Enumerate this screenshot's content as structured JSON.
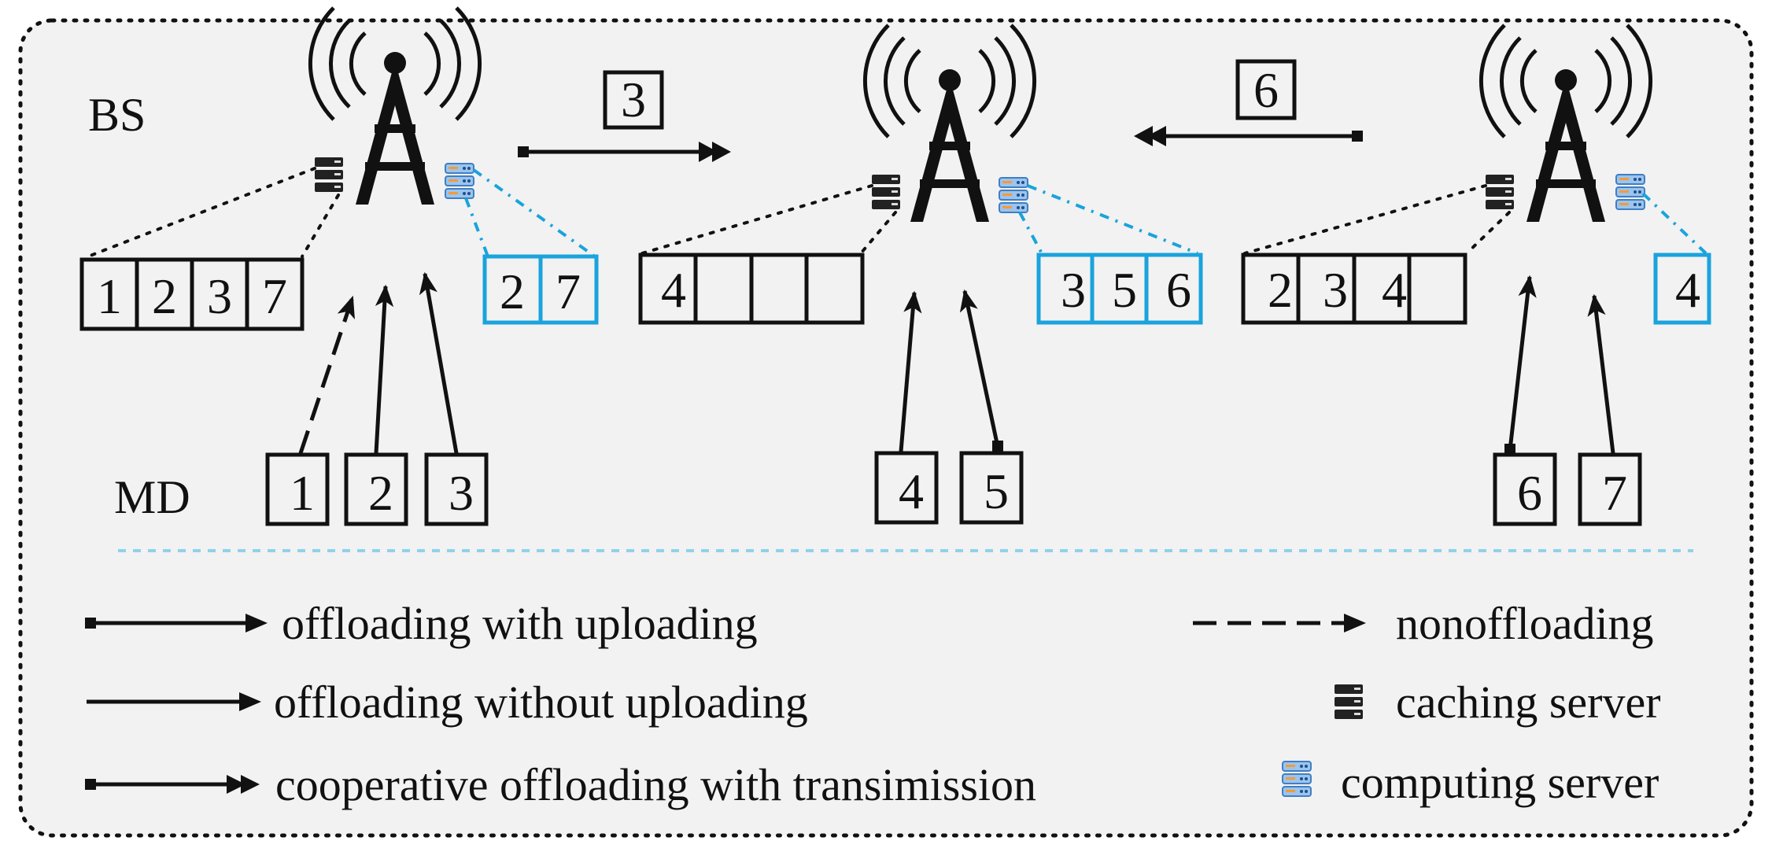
{
  "labels": {
    "bs": "BS",
    "md": "MD"
  },
  "transfers": {
    "left_to_middle": "3",
    "right_to_middle": "6"
  },
  "stations": [
    {
      "cache": [
        "1",
        "2",
        "3",
        "7"
      ],
      "compute": [
        "2",
        "7"
      ]
    },
    {
      "cache": [
        "4",
        "",
        "",
        ""
      ],
      "compute": [
        "3",
        "5",
        "6"
      ]
    },
    {
      "cache": [
        "2",
        "3",
        "4",
        ""
      ],
      "compute": [
        "4"
      ]
    }
  ],
  "devices": [
    "1",
    "2",
    "3",
    "4",
    "5",
    "6",
    "7"
  ],
  "legend": {
    "offloading_with_uploading": "offloading with uploading",
    "offloading_without_uploading": "offloading without uploading",
    "cooperative_offloading": "cooperative offloading with transimission",
    "nonoffloading": "nonoffloading",
    "caching_server": "caching server",
    "computing_server": "computing server"
  },
  "colors": {
    "cache_box": "#111111",
    "compute_box": "#1aa3dc",
    "separator": "#8fd2ea",
    "background": "#f2f2f2"
  },
  "icons": [
    "antenna-tower-icon",
    "caching-server-icon",
    "computing-server-icon"
  ]
}
